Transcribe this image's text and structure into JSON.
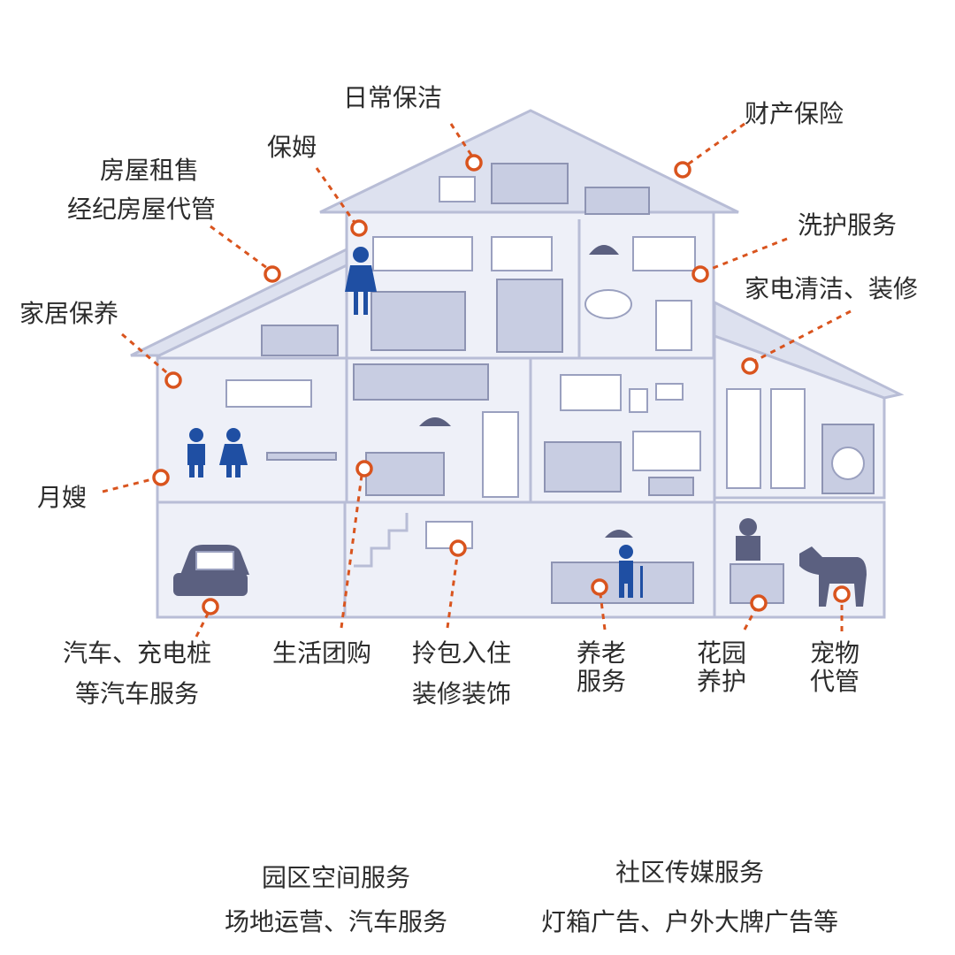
{
  "labels": {
    "daily_cleaning": "日常保洁",
    "property_insurance": "财产保险",
    "nanny": "保姆",
    "rental_line1": "房屋租售",
    "rental_line2": "经纪房屋代管",
    "laundry": "洗护服务",
    "appliance": "家电清洁、装修",
    "home_care": "家居保养",
    "confinement_nanny": "月嫂",
    "car_line1": "汽车、充电桩",
    "car_line2": "等汽车服务",
    "group_buy": "生活团购",
    "move_in_line1": "拎包入住",
    "move_in_line2": "装修装饰",
    "elderly_line1": "养老",
    "elderly_line2": "服务",
    "garden_line1": "花园",
    "garden_line2": "养护",
    "pet_line1": "宠物",
    "pet_line2": "代管"
  },
  "bottom": {
    "left_title": "园区空间服务",
    "left_desc": "场地运营、汽车服务",
    "right_title": "社区传媒服务",
    "right_desc": "灯箱广告、户外大牌广告等"
  },
  "colors": {
    "accent": "#d9541e",
    "figure": "#1f4fa3",
    "house": "#eef0f8"
  },
  "icons": [
    "location-pin-icon",
    "car-icon",
    "washing-machine-icon",
    "dog-icon",
    "courier-icon"
  ]
}
